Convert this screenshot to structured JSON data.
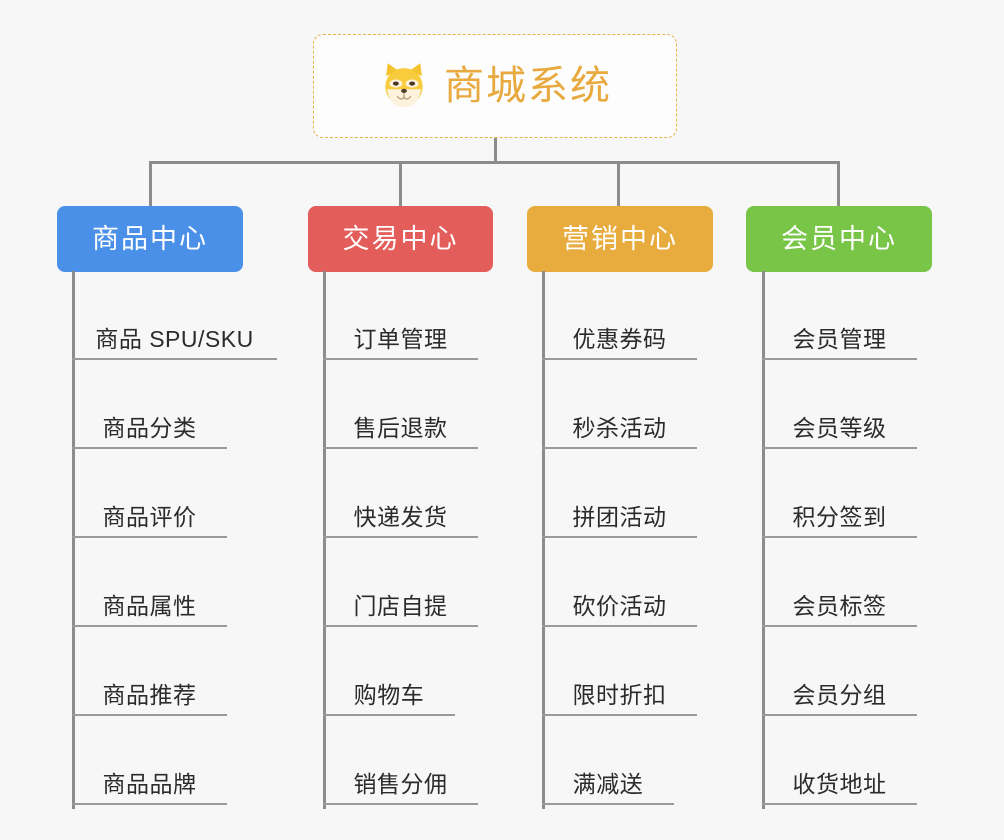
{
  "diagram": {
    "background_color": "#f7f7f7",
    "line_color": "#8c8c8c",
    "root": {
      "title": "商城系统",
      "icon": "shiba-dog-face-icon",
      "text_color": "#e8a93e",
      "border_color": "#e8b44a",
      "background_color": "#fdfdfd"
    },
    "branches": [
      {
        "label": "商品中心",
        "color": "#4a90e8",
        "items": [
          "商品 SPU/SKU",
          "商品分类",
          "商品评价",
          "商品属性",
          "商品推荐",
          "商品品牌"
        ]
      },
      {
        "label": "交易中心",
        "color": "#e35d5b",
        "items": [
          "订单管理",
          "售后退款",
          "快递发货",
          "门店自提",
          "购物车",
          "销售分佣"
        ]
      },
      {
        "label": "营销中心",
        "color": "#e8ab3e",
        "items": [
          "优惠券码",
          "秒杀活动",
          "拼团活动",
          "砍价活动",
          "限时折扣",
          "满减送"
        ]
      },
      {
        "label": "会员中心",
        "color": "#79c548",
        "items": [
          "会员管理",
          "会员等级",
          "积分签到",
          "会员标签",
          "会员分组",
          "收货地址"
        ]
      }
    ]
  }
}
